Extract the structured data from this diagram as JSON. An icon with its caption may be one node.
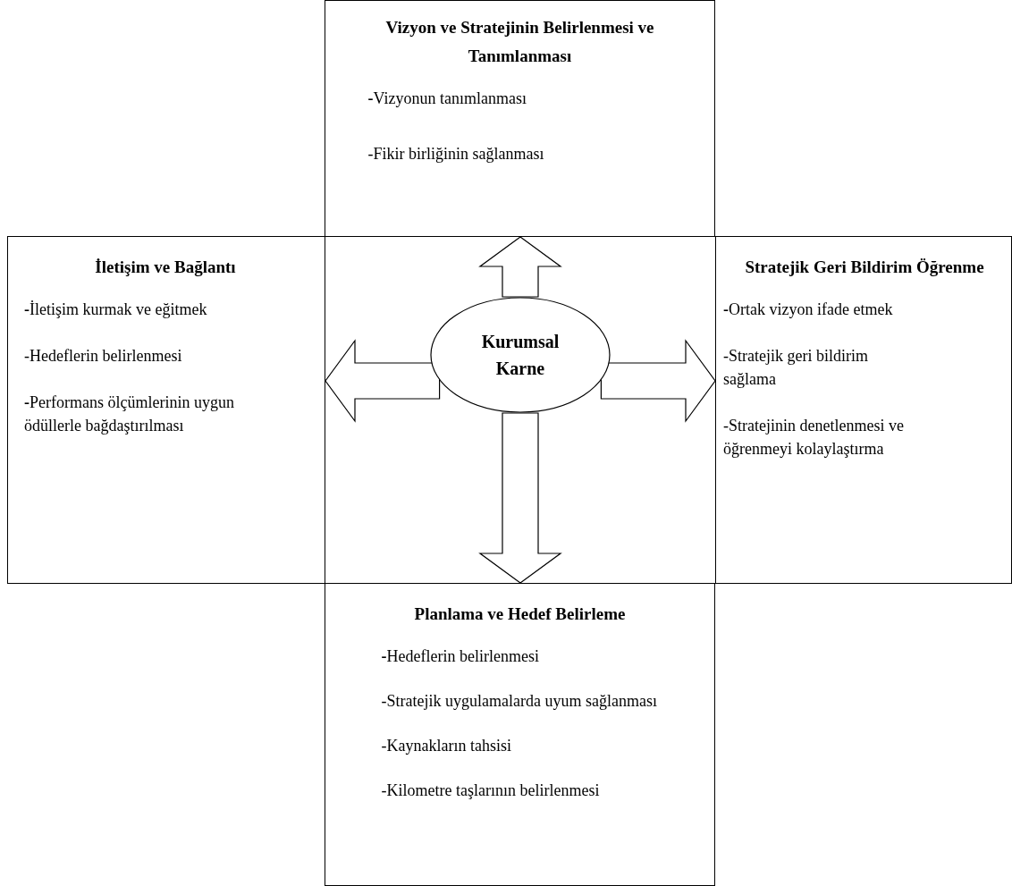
{
  "diagram": {
    "nodes": [
      {
        "text": [
          "Vizyon ve Stratejinin Belirlenmesi ve Tanımlanması",
          "**-**Vizyonun tanımlanması",
          "-Fikir birliğinin sağlanması"
        ]
      },
      {
        "text": [
          "İletişim ve Bağlantı",
          "**-**İletişim kurmak ve eğitmek",
          "-Hedeflerin belirlenmesi",
          "**-**Performans ölçümlerinin uygun ödüllerle bağdaştırılması"
        ]
      },
      {
        "text": [
          "Kurumsal Karne"
        ]
      },
      {
        "text": [
          "Stratejik Geri Bildirim Öğrenme",
          "**-**Ortak vizyon ifade etmek",
          "-Stratejik geri bildirim sağlama",
          "-Stratejinin denetlenmesi ve öğrenmeyi kolaylaştırma"
        ]
      },
      {
        "text": [
          "Planlama ve Hedef Belirleme",
          "**-**Hedeflerin belirlenmesi",
          "-Stratejik uygulamalarda uyum sağlanması",
          "-Kaynakların tahsisi",
          "-Kilometre taşlarının belirlenmesi"
        ]
      }
    ],
    "edges": [
      {
        "from": 2,
        "to": 0,
        "arrow": "to"
      },
      {
        "from": 2,
        "to": 1,
        "arrow": "to"
      },
      {
        "from": 2,
        "to": 3,
        "arrow": "to"
      },
      {
        "from": 2,
        "to": 4,
        "arrow": "to"
      }
    ]
  }
}
